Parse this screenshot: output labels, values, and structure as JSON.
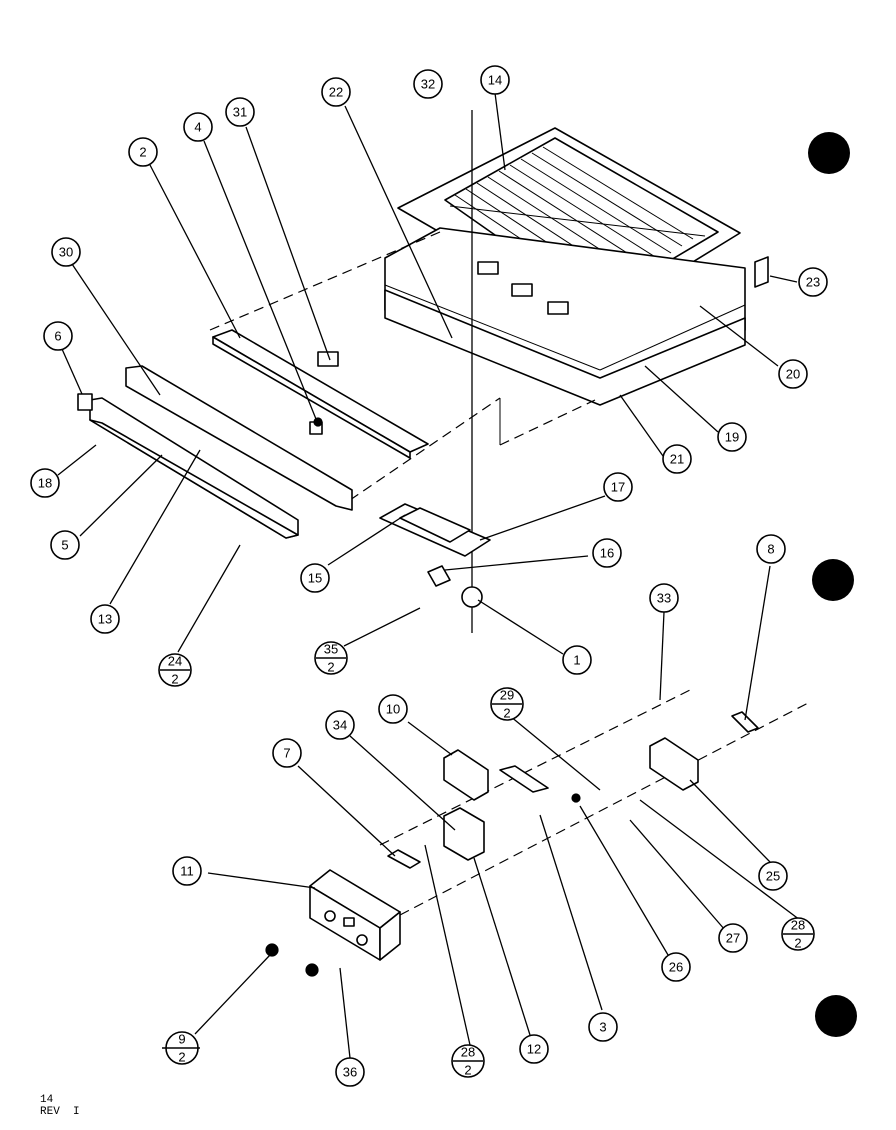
{
  "diagram": {
    "callouts": [
      {
        "id": "c14",
        "label": "14"
      },
      {
        "id": "c32",
        "label": "32"
      },
      {
        "id": "c22",
        "label": "22"
      },
      {
        "id": "c31",
        "label": "31"
      },
      {
        "id": "c4",
        "label": "4"
      },
      {
        "id": "c2",
        "label": "2"
      },
      {
        "id": "c30",
        "label": "30"
      },
      {
        "id": "c23",
        "label": "23"
      },
      {
        "id": "c20",
        "label": "20"
      },
      {
        "id": "c19",
        "label": "19"
      },
      {
        "id": "c21",
        "label": "21"
      },
      {
        "id": "c6",
        "label": "6"
      },
      {
        "id": "c18",
        "label": "18"
      },
      {
        "id": "c5",
        "label": "5"
      },
      {
        "id": "c13",
        "label": "13"
      },
      {
        "id": "c17",
        "label": "17"
      },
      {
        "id": "c16",
        "label": "16"
      },
      {
        "id": "c15",
        "label": "15"
      },
      {
        "id": "c1",
        "label": "1"
      },
      {
        "id": "c8",
        "label": "8"
      },
      {
        "id": "c33",
        "label": "33"
      },
      {
        "id": "c10",
        "label": "10"
      },
      {
        "id": "c34",
        "label": "34"
      },
      {
        "id": "c7",
        "label": "7"
      },
      {
        "id": "c11",
        "label": "11"
      },
      {
        "id": "c25",
        "label": "25"
      },
      {
        "id": "c27",
        "label": "27"
      },
      {
        "id": "c26",
        "label": "26"
      },
      {
        "id": "c3",
        "label": "3"
      },
      {
        "id": "c12",
        "label": "12"
      },
      {
        "id": "c36",
        "label": "36"
      }
    ],
    "fraction_callouts": [
      {
        "id": "f24",
        "top": "24",
        "bottom": "2"
      },
      {
        "id": "f35",
        "top": "35",
        "bottom": "2"
      },
      {
        "id": "f29",
        "top": "29",
        "bottom": "2"
      },
      {
        "id": "f28a",
        "top": "28",
        "bottom": "2"
      },
      {
        "id": "f9",
        "top": "9",
        "bottom": "2"
      },
      {
        "id": "f28b",
        "top": "28",
        "bottom": "2"
      }
    ]
  },
  "footer": {
    "page": "14",
    "revision": "REV  I"
  }
}
